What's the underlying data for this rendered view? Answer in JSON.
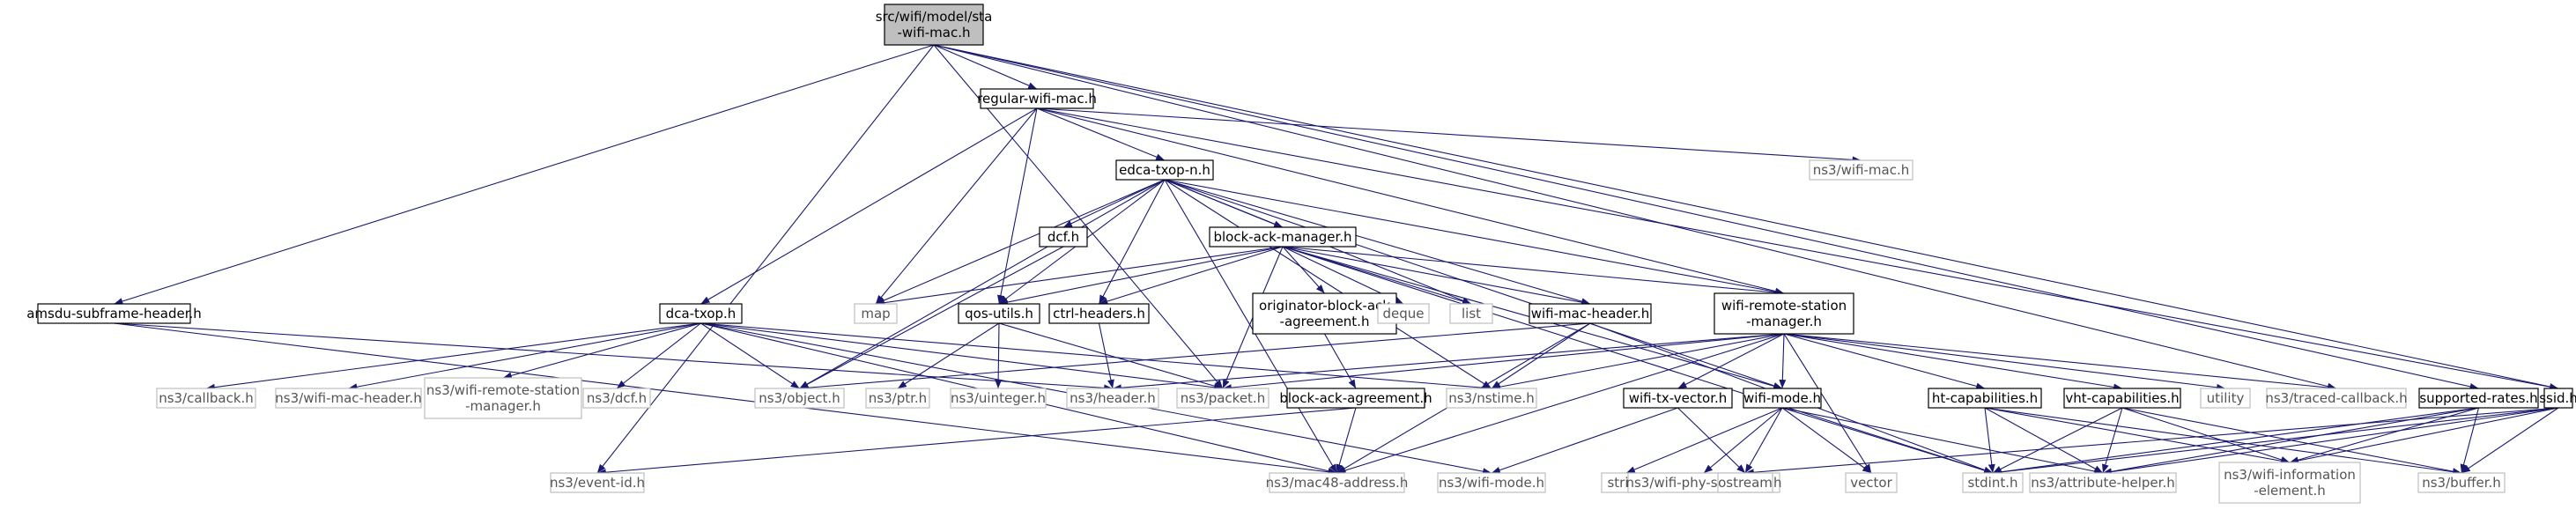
{
  "colors": {
    "edge": "#191970",
    "root_fill": "#bfbfbf",
    "node_border": "#000000",
    "external_border": "#bfbfbf",
    "node_text": "#000000",
    "external_text": "#555555"
  },
  "nodes": [
    {
      "id": "root",
      "lines": [
        "src/wifi/model/sta",
        "-wifi-mac.h"
      ],
      "kind": "root"
    },
    {
      "id": "regular",
      "lines": [
        "regular-wifi-mac.h"
      ],
      "kind": "internal"
    },
    {
      "id": "edca",
      "lines": [
        "edca-txop-n.h"
      ],
      "kind": "internal"
    },
    {
      "id": "ns3wifimac",
      "lines": [
        "ns3/wifi-mac.h"
      ],
      "kind": "external"
    },
    {
      "id": "dcfh",
      "lines": [
        "dcf.h"
      ],
      "kind": "internal"
    },
    {
      "id": "bam",
      "lines": [
        "block-ack-manager.h"
      ],
      "kind": "internal"
    },
    {
      "id": "amsdu",
      "lines": [
        "amsdu-subframe-header.h"
      ],
      "kind": "internal"
    },
    {
      "id": "dcatxop",
      "lines": [
        "dca-txop.h"
      ],
      "kind": "internal"
    },
    {
      "id": "map",
      "lines": [
        "map"
      ],
      "kind": "external"
    },
    {
      "id": "qos",
      "lines": [
        "qos-utils.h"
      ],
      "kind": "internal"
    },
    {
      "id": "ctrl",
      "lines": [
        "ctrl-headers.h"
      ],
      "kind": "internal"
    },
    {
      "id": "oba",
      "lines": [
        "originator-block-ack",
        "-agreement.h"
      ],
      "kind": "internal"
    },
    {
      "id": "deque",
      "lines": [
        "deque"
      ],
      "kind": "external"
    },
    {
      "id": "list",
      "lines": [
        "list"
      ],
      "kind": "external"
    },
    {
      "id": "wmh",
      "lines": [
        "wifi-mac-header.h"
      ],
      "kind": "internal"
    },
    {
      "id": "wrsm",
      "lines": [
        "wifi-remote-station",
        "-manager.h"
      ],
      "kind": "internal"
    },
    {
      "id": "cb",
      "lines": [
        "ns3/callback.h"
      ],
      "kind": "external"
    },
    {
      "id": "ns3wmh",
      "lines": [
        "ns3/wifi-mac-header.h"
      ],
      "kind": "external"
    },
    {
      "id": "ns3wrsm",
      "lines": [
        "ns3/wifi-remote-station",
        "-manager.h"
      ],
      "kind": "external"
    },
    {
      "id": "ns3dcf",
      "lines": [
        "ns3/dcf.h"
      ],
      "kind": "external"
    },
    {
      "id": "object",
      "lines": [
        "ns3/object.h"
      ],
      "kind": "external"
    },
    {
      "id": "ptr",
      "lines": [
        "ns3/ptr.h"
      ],
      "kind": "external"
    },
    {
      "id": "uint",
      "lines": [
        "ns3/uinteger.h"
      ],
      "kind": "external"
    },
    {
      "id": "header",
      "lines": [
        "ns3/header.h"
      ],
      "kind": "external"
    },
    {
      "id": "packet",
      "lines": [
        "ns3/packet.h"
      ],
      "kind": "external"
    },
    {
      "id": "baa",
      "lines": [
        "block-ack-agreement.h"
      ],
      "kind": "internal"
    },
    {
      "id": "nstime",
      "lines": [
        "ns3/nstime.h"
      ],
      "kind": "external"
    },
    {
      "id": "wtv",
      "lines": [
        "wifi-tx-vector.h"
      ],
      "kind": "internal"
    },
    {
      "id": "wmode",
      "lines": [
        "wifi-mode.h"
      ],
      "kind": "internal"
    },
    {
      "id": "ht",
      "lines": [
        "ht-capabilities.h"
      ],
      "kind": "internal"
    },
    {
      "id": "vht",
      "lines": [
        "vht-capabilities.h"
      ],
      "kind": "internal"
    },
    {
      "id": "utility",
      "lines": [
        "utility"
      ],
      "kind": "external"
    },
    {
      "id": "tcb",
      "lines": [
        "ns3/traced-callback.h"
      ],
      "kind": "external"
    },
    {
      "id": "sr",
      "lines": [
        "supported-rates.h"
      ],
      "kind": "internal"
    },
    {
      "id": "ssid",
      "lines": [
        "ssid.h"
      ],
      "kind": "internal"
    },
    {
      "id": "eventid",
      "lines": [
        "ns3/event-id.h"
      ],
      "kind": "external"
    },
    {
      "id": "mac48",
      "lines": [
        "ns3/mac48-address.h"
      ],
      "kind": "external"
    },
    {
      "id": "ns3wmode",
      "lines": [
        "ns3/wifi-mode.h"
      ],
      "kind": "external"
    },
    {
      "id": "string",
      "lines": [
        "string"
      ],
      "kind": "external"
    },
    {
      "id": "wps",
      "lines": [
        "ns3/wifi-phy-standard.h"
      ],
      "kind": "external"
    },
    {
      "id": "ostream",
      "lines": [
        "ostream"
      ],
      "kind": "external"
    },
    {
      "id": "vector",
      "lines": [
        "vector"
      ],
      "kind": "external"
    },
    {
      "id": "stdint",
      "lines": [
        "stdint.h"
      ],
      "kind": "external"
    },
    {
      "id": "ah",
      "lines": [
        "ns3/attribute-helper.h"
      ],
      "kind": "external"
    },
    {
      "id": "wie",
      "lines": [
        "ns3/wifi-information",
        "-element.h"
      ],
      "kind": "external"
    },
    {
      "id": "buffer",
      "lines": [
        "ns3/buffer.h"
      ],
      "kind": "external"
    }
  ]
}
